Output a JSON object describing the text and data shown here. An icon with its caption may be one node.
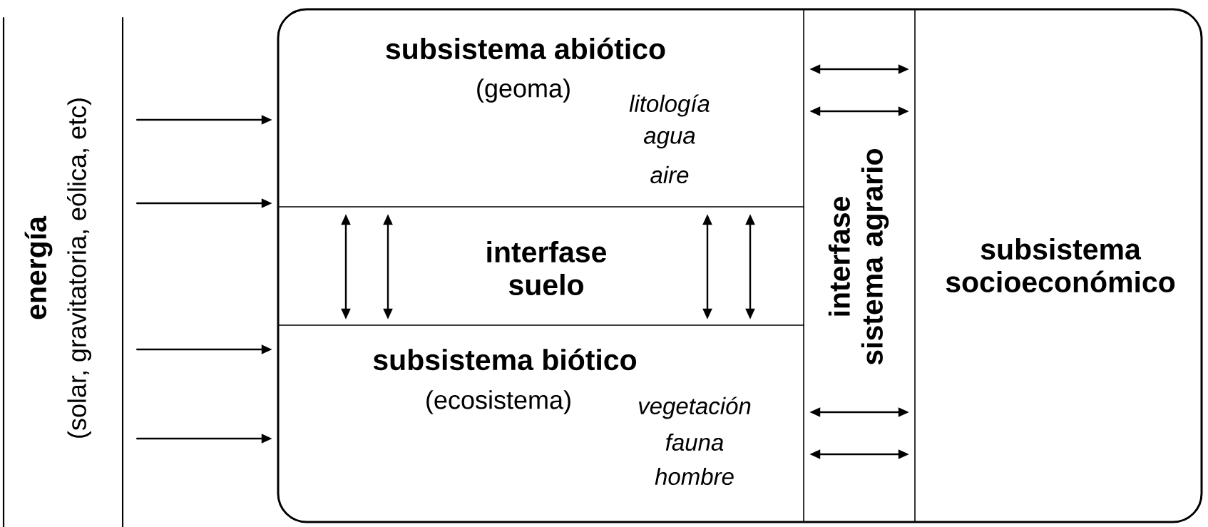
{
  "diagram": {
    "nodes": [
      {
        "text": [
          "energía",
          "(solar, gravitatoria, eólica, etc)"
        ]
      },
      {
        "text": [],
        "shape": "box"
      },
      {
        "text": [
          "subsistema abiótico",
          "(geoma)",
          "litología",
          "agua",
          "aire"
        ],
        "in": 1
      },
      {
        "text": [
          "interfase suelo"
        ],
        "in": 1
      },
      {
        "text": [
          "subsistema biótico",
          "(ecosistema)",
          "vegetación",
          "fauna",
          "hombre"
        ],
        "in": 1
      },
      {
        "text": [
          "interfase sistema agrario"
        ],
        "in": 1
      },
      {
        "text": [
          "subsistema socioeconómico"
        ],
        "in": 1
      }
    ],
    "edges": [
      {
        "from": 0,
        "to": 2,
        "arrow": "to"
      },
      {
        "from": 0,
        "to": 2,
        "arrow": "to"
      },
      {
        "from": 0,
        "to": 4,
        "arrow": "to"
      },
      {
        "from": 0,
        "to": 4,
        "arrow": "to"
      },
      {
        "from": 2,
        "to": 4,
        "arrow": "both"
      },
      {
        "from": 2,
        "to": 4,
        "arrow": "both"
      },
      {
        "from": 2,
        "to": 4,
        "arrow": "both"
      },
      {
        "from": 2,
        "to": 4,
        "arrow": "both"
      },
      {
        "from": 2,
        "to": 6,
        "arrow": "both"
      },
      {
        "from": 2,
        "to": 6,
        "arrow": "both"
      },
      {
        "from": 4,
        "to": 6,
        "arrow": "both"
      },
      {
        "from": 4,
        "to": 6,
        "arrow": "both"
      }
    ]
  }
}
